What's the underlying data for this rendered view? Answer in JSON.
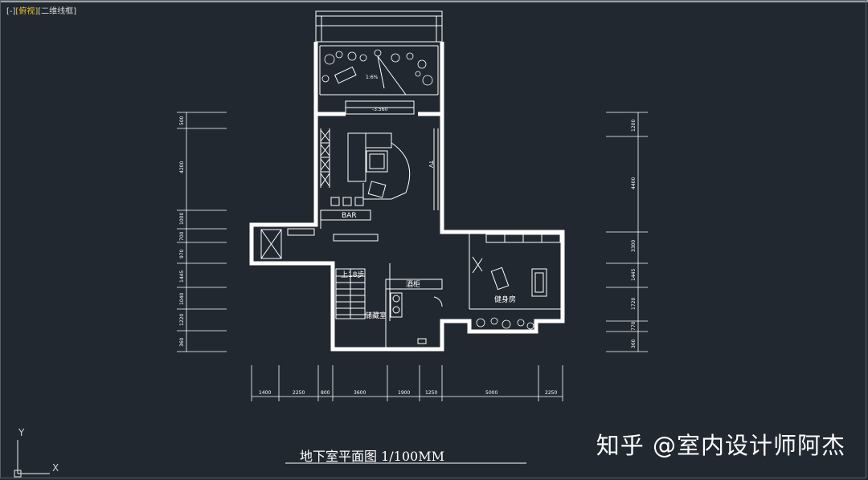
{
  "viewport": {
    "controls": {
      "minimize": "[-]",
      "view": "[俯视]",
      "visual_style": "[二维线框]"
    }
  },
  "drawing": {
    "title": "地下室平面图 1/100MM",
    "rooms": {
      "bar": "BAR",
      "stairs_up": "上18步",
      "storage": "储藏室",
      "gym": "健身房",
      "tv": "TV",
      "slope": "1:6%",
      "level": "-3.560",
      "wine": "酒柜"
    },
    "dims_left": [
      "500",
      "4200",
      "1000",
      "700",
      "970",
      "1445",
      "1040",
      "1220",
      "360"
    ],
    "dims_right": [
      "1200",
      "4400",
      "3300",
      "1445",
      "1720",
      "770",
      "360"
    ],
    "dims_bottom": [
      "1400",
      "2250",
      "800",
      "3600",
      "1900",
      "1250",
      "5000",
      "2250"
    ]
  },
  "ucs": {
    "x_label": "X",
    "y_label": "Y"
  },
  "watermark": "知乎 @室内设计师阿杰"
}
